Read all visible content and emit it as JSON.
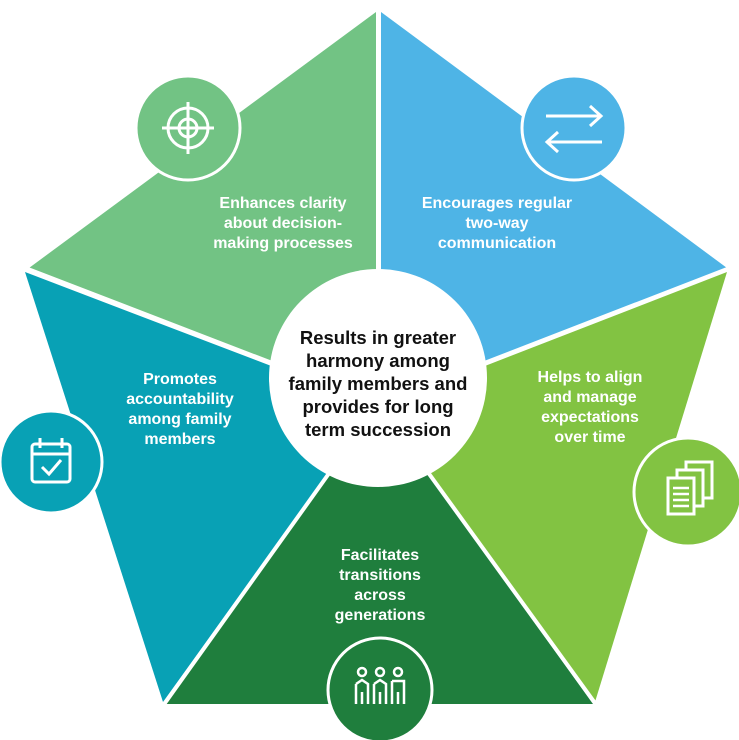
{
  "center": {
    "text": "Results in greater\nharmony among\nfamily members and\nprovides for long\nterm succession"
  },
  "segments": {
    "top_left": {
      "text": "Enhances clarity\nabout decision-\nmaking processes",
      "color": "#72c384",
      "icon": "target-crosshair-icon"
    },
    "top_right": {
      "text": "Encourages regular\ntwo-way\ncommunication",
      "color": "#4eb4e6",
      "icon": "two-way-arrows-icon"
    },
    "right": {
      "text": "Helps to align\nand manage\nexpectations\nover time",
      "color": "#82c342",
      "icon": "documents-icon"
    },
    "bottom": {
      "text": "Facilitates\ntransitions\nacross\ngenerations",
      "color": "#1f7e3d",
      "icon": "family-people-icon"
    },
    "left": {
      "text": "Promotes\naccountability\namong family\nmembers",
      "color": "#08a1b5",
      "icon": "calendar-check-icon"
    }
  }
}
